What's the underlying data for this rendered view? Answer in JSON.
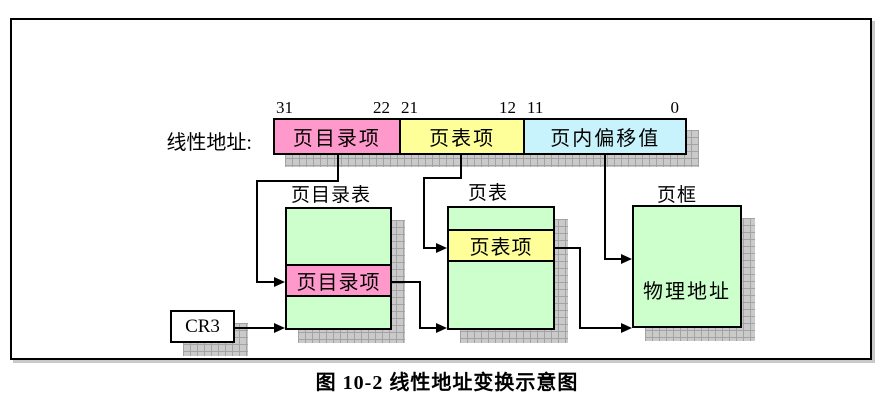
{
  "figure": {
    "caption": "图 10-2 线性地址变换示意图"
  },
  "linear_address": {
    "label": "线性地址:",
    "fields": [
      {
        "name": "页目录项",
        "high_bit": "31",
        "low_bit": "22",
        "color": "#ff99cc"
      },
      {
        "name": "页表项",
        "high_bit": "21",
        "low_bit": "12",
        "color": "#ffff99"
      },
      {
        "name": "页内偏移值",
        "high_bit": "11",
        "low_bit": "0",
        "color": "#c9f3fc"
      }
    ]
  },
  "tables": {
    "page_directory": {
      "title": "页目录表",
      "entry_label": "页目录项",
      "entry_color": "#ff99cc",
      "body_color": "#ccffcc"
    },
    "page_table": {
      "title": "页表",
      "entry_label": "页表项",
      "entry_color": "#ffff99",
      "body_color": "#ccffcc"
    },
    "page_frame": {
      "title": "页框",
      "content_label": "物理地址",
      "body_color": "#ccffcc"
    }
  },
  "register": {
    "label": "CR3"
  },
  "colors": {
    "line": "#000000",
    "shadow_gray": "#cacaca",
    "shadow_grid_line": "#a3a3a3",
    "frame_border": "#000000"
  }
}
